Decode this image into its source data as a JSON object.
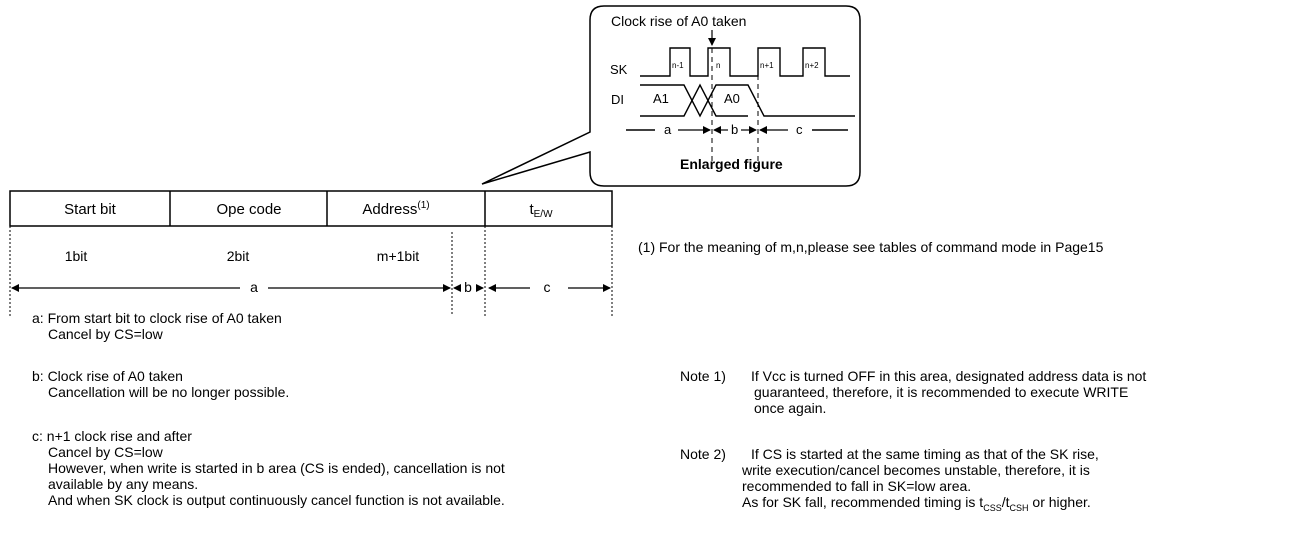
{
  "callout": {
    "title": "Clock rise of A0 taken",
    "caption": "Enlarged figure",
    "sk_label": "SK",
    "di_label": "DI",
    "pulse_labels": [
      "n-1",
      "n",
      "n+1",
      "n+2"
    ],
    "di_a1": "A1",
    "di_a0": "A0",
    "interval_a": "a",
    "interval_b": "b",
    "interval_c": "c"
  },
  "sequence": {
    "cells": [
      "Start bit",
      "Ope code",
      "Address",
      "t"
    ],
    "address_sup": "(1)",
    "tew_sub": "E/W",
    "bits": [
      "1bit",
      "2bit",
      "m+1bit"
    ],
    "interval_a": "a",
    "interval_b": "b",
    "interval_c": "c"
  },
  "footnote": "(1) For the meaning of m,n,please see tables of command mode in Page15",
  "descriptions": {
    "a": [
      "a: From start bit to clock rise of A0 taken",
      "Cancel by CS=low"
    ],
    "b": [
      "b: Clock rise of A0 taken",
      "Cancellation will be no longer possible."
    ],
    "c": [
      "c: n+1 clock rise and after",
      "Cancel by CS=low",
      "However, when write is started in b area (CS is ended), cancellation is not",
      "available by any means.",
      "And when SK clock is output continuously cancel function is not available."
    ]
  },
  "notes": {
    "note1_label": "Note 1)",
    "note1": [
      "If Vcc is turned OFF in this area, designated address data is not",
      "guaranteed, therefore, it is recommended to execute WRITE",
      "once again."
    ],
    "note2_label": "Note 2)",
    "note2": [
      "If CS is started at the same timing as that of the SK rise,",
      "write execution/cancel becomes unstable, therefore, it is",
      "recommended to fall in SK=low area."
    ],
    "note2_last_pre": "As for SK fall, recommended timing is t",
    "note2_css": "CSS",
    "note2_mid": "/t",
    "note2_csh": "CSH",
    "note2_last_post": " or higher."
  }
}
